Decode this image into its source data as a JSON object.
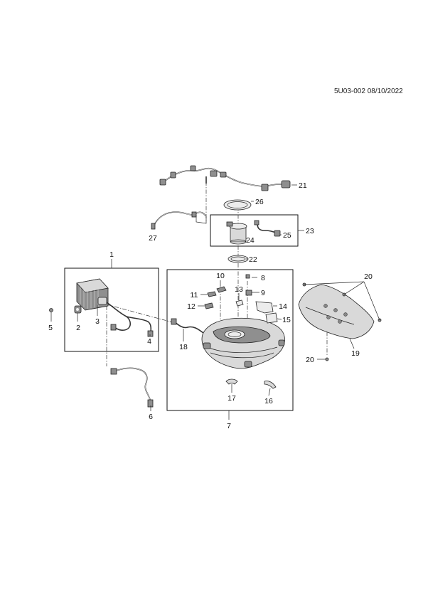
{
  "document_code": "5U03-002 08/10/2022",
  "callouts": {
    "c1": "1",
    "c2": "2",
    "c3": "3",
    "c4": "4",
    "c5": "5",
    "c6": "6",
    "c7": "7",
    "c8": "8",
    "c9": "9",
    "c10": "10",
    "c11": "11",
    "c12": "12",
    "c13": "13",
    "c14": "14",
    "c15": "15",
    "c16": "16",
    "c17": "17",
    "c18": "18",
    "c19": "19",
    "c20a": "20",
    "c20b": "20",
    "c21": "21",
    "c22": "22",
    "c23": "23",
    "c24": "24",
    "c25": "25",
    "c26": "26",
    "c27": "27"
  },
  "colors": {
    "line": "#222222",
    "part_fill": "#d9d9d9",
    "part_dark": "#8f8f8f",
    "background": "#ffffff"
  }
}
